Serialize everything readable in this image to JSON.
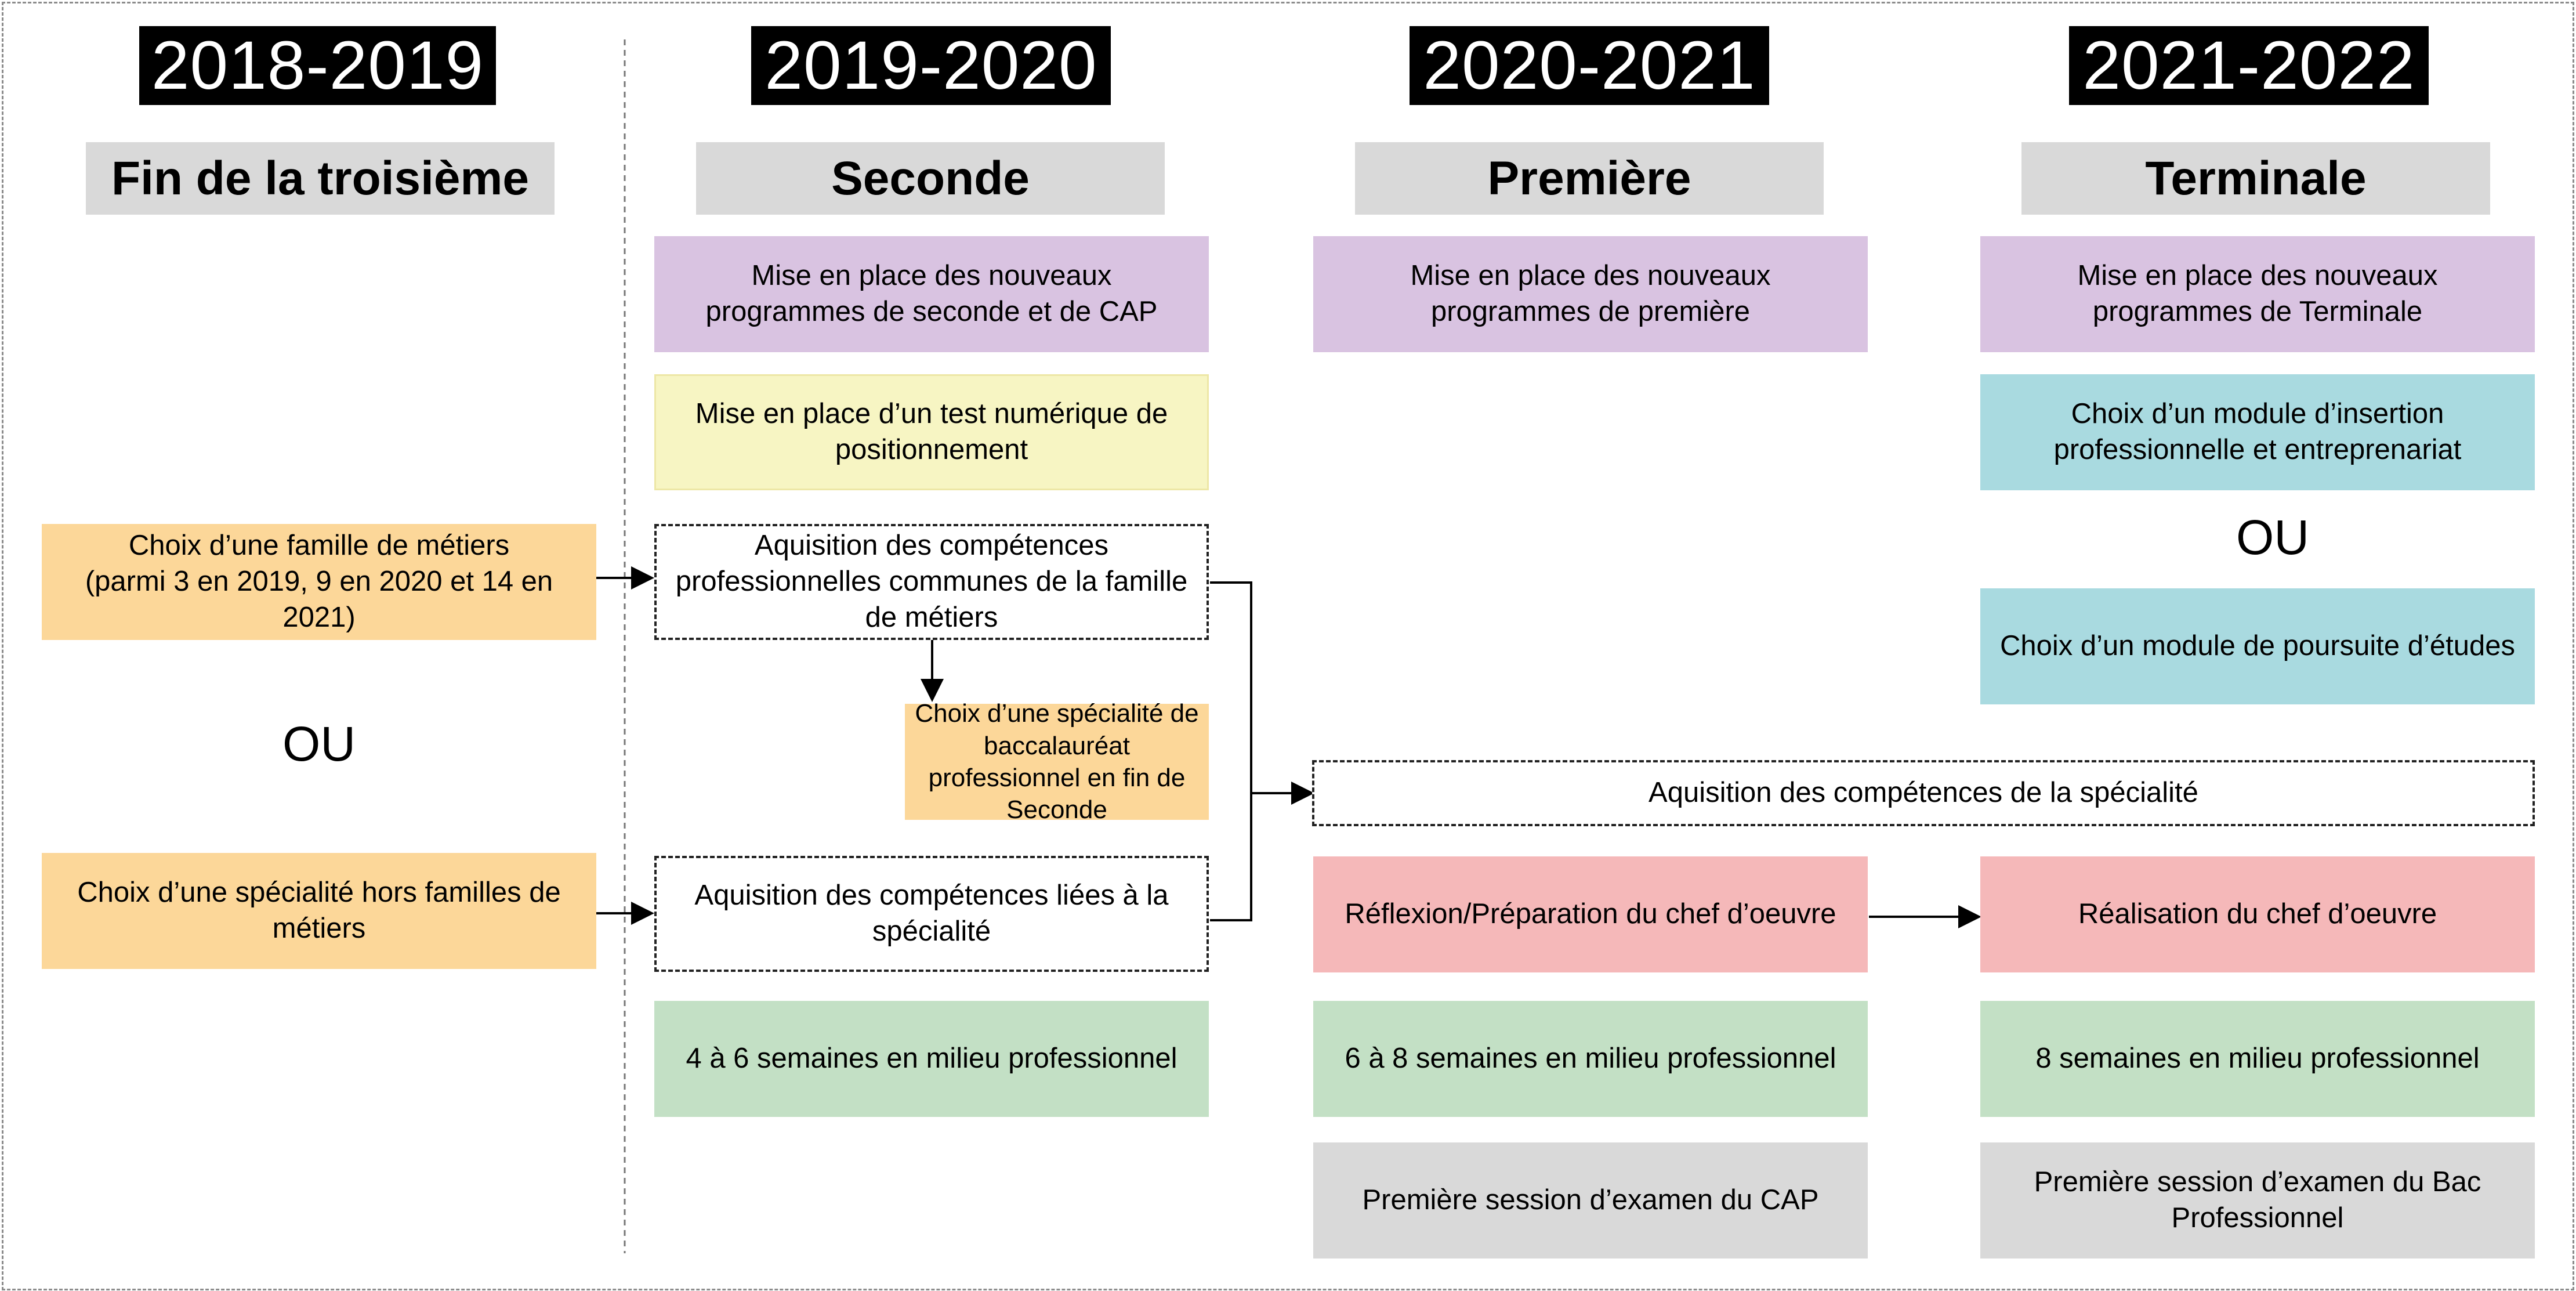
{
  "years": [
    "2018-2019",
    "2019-2020",
    "2020-2021",
    "2021-2022"
  ],
  "levels": [
    "Fin de la troisième",
    "Seconde",
    "Première",
    "Terminale"
  ],
  "col1": {
    "famille_metiers": "Choix d’une famille de métiers\n(parmi 3 en 2019, 9 en 2020 et 14 en 2021)",
    "ou": "OU",
    "specialite_hors_familles": "Choix d’une spécialité hors familles de métiers"
  },
  "col2": {
    "programmes": "Mise en place des nouveaux programmes de seconde et de CAP",
    "test": "Mise en place d’un test numérique de positionnement",
    "competences_communes": "Aquisition des compétences professionnelles communes de la famille de métiers",
    "choix_specialite_bac": "Choix d’une spécialité de baccalauréat professionnel en fin de Seconde",
    "competences_specialite": "Aquisition des compétences liées à la spécialité",
    "semaines": "4 à 6 semaines en milieu professionnel"
  },
  "col3": {
    "programmes": "Mise en place des nouveaux programmes de première",
    "chef_oeuvre": "Réflexion/Préparation du chef d’oeuvre",
    "semaines": "6 à 8 semaines en milieu professionnel",
    "examen": "Première session d’examen du CAP"
  },
  "col4": {
    "programmes": "Mise en place des nouveaux programmes de Terminale",
    "module_insertion": "Choix d’un module d’insertion professionnelle et entreprenariat",
    "ou": "OU",
    "module_poursuite": "Choix d’un module de poursuite d’études",
    "chef_oeuvre": "Réalisation du chef d’oeuvre",
    "semaines": "8 semaines en milieu professionnel",
    "examen": "Première session d’examen du Bac Professionnel"
  },
  "span": {
    "competences_specialite": "Aquisition des compétences de la spécialité"
  },
  "colors": {
    "purple": "#d9c3e1",
    "yellow": "#f7f5c3",
    "orange": "#fcd799",
    "blue": "#a9dae0",
    "green": "#c3e0c5",
    "pink": "#f5b8b9",
    "grey": "#d9d9d9"
  }
}
